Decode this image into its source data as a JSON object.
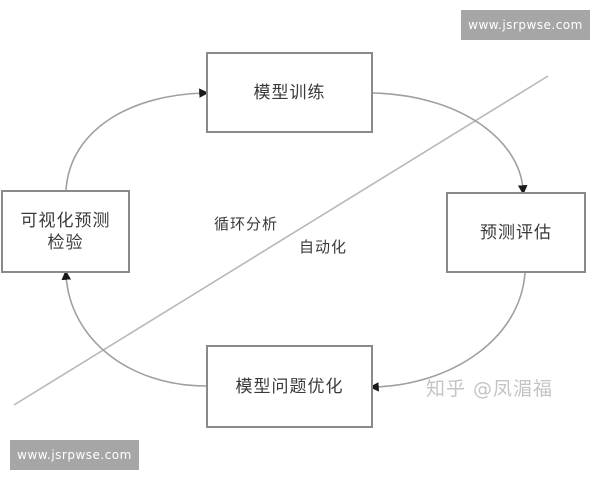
{
  "diagram": {
    "type": "cycle-flowchart",
    "nodes": {
      "top": {
        "label": "模型训练"
      },
      "right": {
        "label": "预测评估"
      },
      "bottom": {
        "label": "模型问题优化"
      },
      "left": {
        "label_line1": "可视化预测",
        "label_line2": "检验"
      }
    },
    "flow": [
      "模型训练",
      "预测评估",
      "模型问题优化",
      "可视化预测检验",
      "模型训练"
    ],
    "center_labels": {
      "cycle": "循环分析",
      "automation": "自动化"
    },
    "credit": "知乎 @凤湄福",
    "colors": {
      "box_border": "#8a8a8a",
      "connector": "#a0a0a0",
      "diagonal": "#b8b8b8",
      "text": "#3a3a3a",
      "watermark_bg": "#a6a6a6",
      "watermark_text": "#ffffff"
    }
  },
  "watermarks": {
    "top_right": "www.jsrpwse.com",
    "bottom_left": "www.jsrpwse.com"
  }
}
